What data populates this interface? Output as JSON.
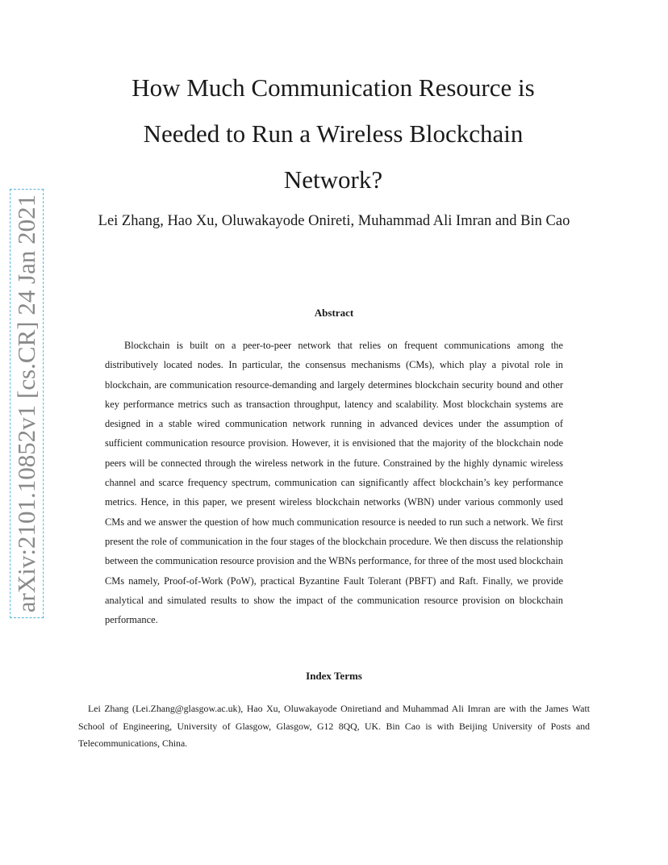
{
  "arxiv_stamp": "arXiv:2101.10852v1  [cs.CR]  24 Jan 2021",
  "title": "How Much Communication Resource is Needed to Run a Wireless Blockchain Network?",
  "authors": "Lei Zhang, Hao Xu, Oluwakayode Onireti, Muhammad Ali Imran and Bin Cao",
  "abstract": {
    "heading": "Abstract",
    "body": "Blockchain is built on a peer-to-peer network that relies on frequent communications among the distributively located nodes. In particular, the consensus mechanisms (CMs), which play a pivotal role in blockchain, are communication resource-demanding and largely determines blockchain security bound and other key performance metrics such as transaction throughput, latency and scalability. Most blockchain systems are designed in a stable wired communication network running in advanced devices under the assumption of sufficient communication resource provision. However, it is envisioned that the majority of the blockchain node peers will be connected through the wireless network in the future. Constrained by the highly dynamic wireless channel and scarce frequency spectrum, communication can significantly affect blockchain’s key performance metrics. Hence, in this paper, we present wireless blockchain networks (WBN) under various commonly used CMs and we answer the question of how much communication resource is needed to run such a network. We first present the role of communication in the four stages of the blockchain procedure. We then discuss the relationship between the communication resource provision and the WBNs performance, for three of the most used blockchain CMs namely, Proof-of-Work (PoW), practical Byzantine Fault Tolerant (PBFT) and Raft. Finally, we provide analytical and simulated results to show the impact of the communication resource provision on blockchain performance."
  },
  "index_terms": {
    "heading": "Index Terms"
  },
  "footnote": "Lei Zhang (Lei.Zhang@glasgow.ac.uk), Hao Xu, Oluwakayode Oniretiand and Muhammad Ali Imran are with the James Watt School of Engineering, University of Glasgow, Glasgow, G12 8QQ, UK. Bin Cao is with Beijing University of Posts and Telecommunications, China."
}
